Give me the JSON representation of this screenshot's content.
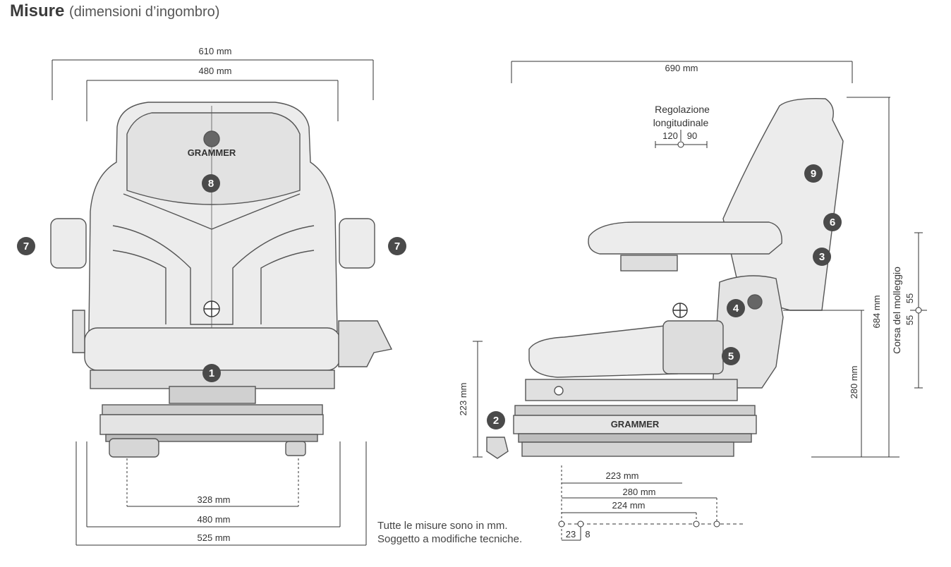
{
  "header": {
    "title_bold": "Misure",
    "title_rest": "(dimensioni d’ingombro)"
  },
  "front_view": {
    "width_overall": "610 mm",
    "width_back": "480 mm",
    "base_328": "328 mm",
    "base_480": "480 mm",
    "base_525": "525 mm",
    "brand": "GRAMMER"
  },
  "side_view": {
    "depth_overall": "690 mm",
    "longitudinal_label_1": "Regolazione",
    "longitudinal_label_2": "longitudinale",
    "long_front": "120",
    "long_back": "90",
    "height_223": "223 mm",
    "height_280": "280 mm",
    "height_684": "684 mm",
    "suspension_label": "Corsa del molleggio",
    "susp_up": "55",
    "susp_down": "55",
    "floor_223": "223 mm",
    "floor_280": "280 mm",
    "floor_224": "224 mm",
    "small_23": "23",
    "small_8": "8",
    "brand": "GRAMMER"
  },
  "badges": [
    "1",
    "2",
    "3",
    "4",
    "5",
    "6",
    "7",
    "8",
    "9"
  ],
  "notes": {
    "line1": "Tutte le misure sono in mm.",
    "line2": "Soggetto a modifiche tecniche."
  },
  "colors": {
    "badge": "#4a4a4a",
    "line": "#333333",
    "seat_fill": "#ececec",
    "seat_stroke": "#555555"
  }
}
